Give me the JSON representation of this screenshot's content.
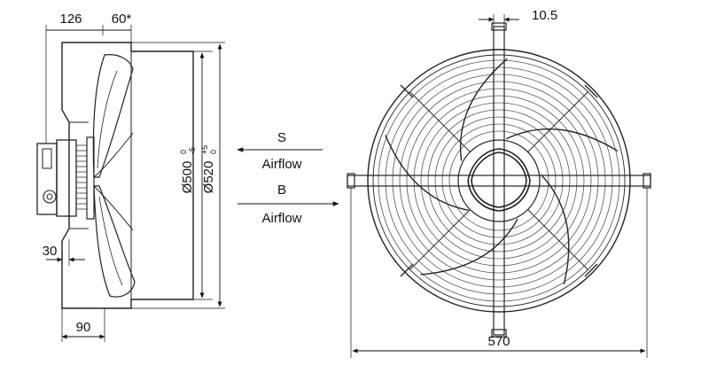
{
  "side_view": {
    "dim_mount_width": "126",
    "dim_depth": "60*",
    "dim_inner_diameter": "Ø500",
    "dim_inner_tol_upper": "0",
    "dim_inner_tol_lower": "-5",
    "dim_outer_diameter": "Ø520",
    "dim_outer_tol_upper": "+5",
    "dim_outer_tol_lower": "0",
    "dim_offset": "30",
    "dim_flange": "90"
  },
  "airflow": {
    "direction_s": "S",
    "label_s": "Airflow",
    "direction_b": "B",
    "label_b": "Airflow"
  },
  "front_view": {
    "dim_slot": "10.5",
    "dim_overall_width": "570"
  },
  "colors": {
    "line": "#222222",
    "background": "#ffffff"
  }
}
